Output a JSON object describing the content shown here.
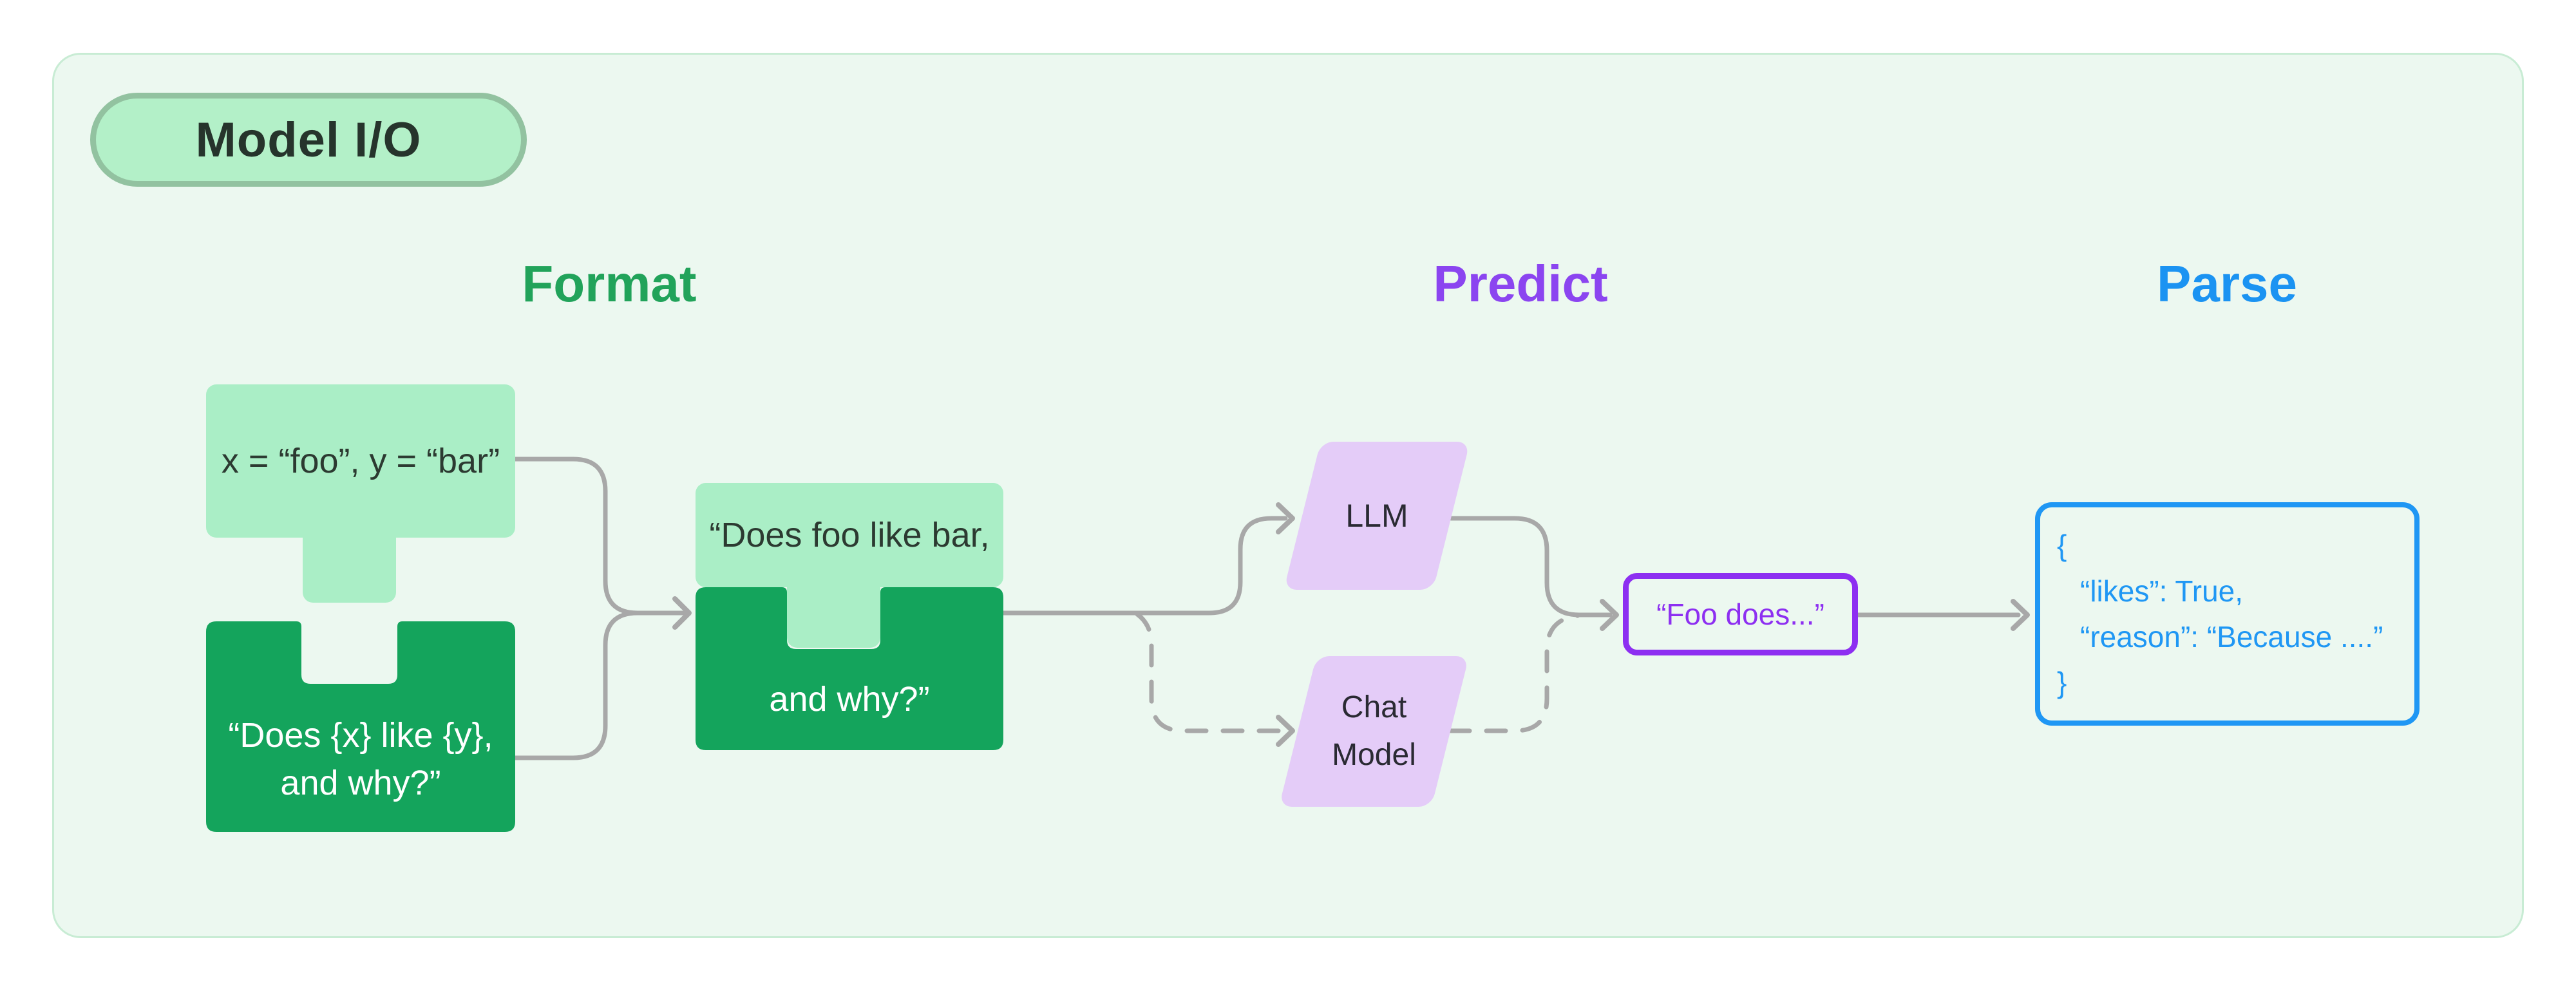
{
  "badge": {
    "label": "Model I/O"
  },
  "stages": {
    "format": "Format",
    "predict": "Predict",
    "parse": "Parse"
  },
  "format": {
    "input_values": "x = “foo”, y = “bar”",
    "template_line1": "“Does {x} like {y},",
    "template_line2": "and why?”",
    "prompt_line1": "“Does foo like bar,",
    "prompt_line2": "and why?”"
  },
  "predict": {
    "llm_label": "LLM",
    "chat_model_line1": "Chat",
    "chat_model_line2": "Model",
    "completion": "“Foo does...”"
  },
  "parse": {
    "json_lines": [
      "{",
      "“likes”: True,",
      "“reason”: “Because ....”",
      "}"
    ]
  },
  "colors": {
    "panel_bg": "#ecf8f0",
    "panel_border": "#c8ecd4",
    "badge_bg": "#b3f0c8",
    "badge_border": "#92c2a0",
    "format_heading": "#21a35a",
    "predict_heading": "#8b45f0",
    "parse_heading": "#1b93f2",
    "light_green": "#aaeec6",
    "dark_green": "#14a45c",
    "lavender": "#e4ccf8",
    "purple_outline": "#8d2ff1",
    "blue_outline": "#1f97f4",
    "connector_gray": "#a8a8a8"
  }
}
